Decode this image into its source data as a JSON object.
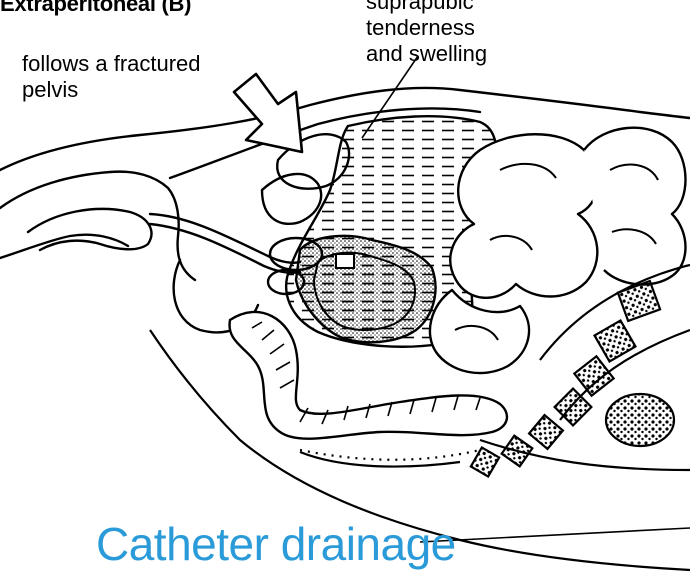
{
  "labels": {
    "heading": "Extraperitoneal (B)",
    "fracture_line1": "follows a fractured",
    "fracture_line2": "pelvis",
    "supra_line1": "suprapubic",
    "supra_line2": "tenderness",
    "supra_line3": "and swelling"
  },
  "caption": "Catheter drainage",
  "colors": {
    "caption": "#2a9bd8",
    "ink": "#000000",
    "paper": "#ffffff"
  }
}
